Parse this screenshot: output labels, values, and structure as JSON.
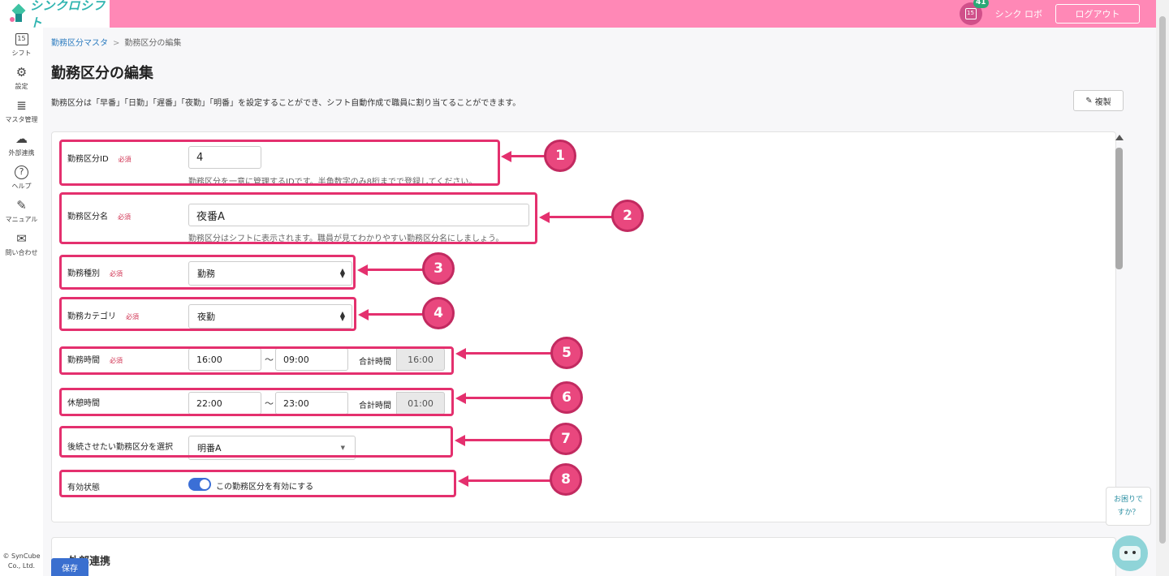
{
  "header": {
    "logo_text": "シンクロシフト",
    "notification_count": "41",
    "calendar_day": "15",
    "user_name": "シンク ロボ",
    "logout_label": "ログアウト"
  },
  "sidenav": {
    "items": [
      {
        "label": "シフト",
        "icon": "calendar-icon",
        "glyph": "15"
      },
      {
        "label": "設定",
        "icon": "gear-icon",
        "glyph": "⚙"
      },
      {
        "label": "マスタ管理",
        "icon": "database-icon",
        "glyph": "≣"
      },
      {
        "label": "外部連携",
        "icon": "cloud-sync-icon",
        "glyph": "☁"
      },
      {
        "label": "ヘルプ",
        "icon": "question-icon",
        "glyph": "?"
      },
      {
        "label": "マニュアル",
        "icon": "edit-manual-icon",
        "glyph": "✎"
      },
      {
        "label": "問い合わせ",
        "icon": "mail-icon",
        "glyph": "✉"
      }
    ],
    "copyright_line1": "© SynCube",
    "copyright_line2": "Co., Ltd."
  },
  "breadcrumb": {
    "parent": "勤務区分マスタ",
    "separator": ">",
    "current": "勤務区分の編集"
  },
  "page": {
    "title": "勤務区分の編集",
    "description": "勤務区分は「早番」「日勤」「遅番」「夜勤」「明番」を設定することができ、シフト自動作成で職員に割り当てることができます。",
    "copy_label": "複製",
    "copy_icon": "pencil-icon"
  },
  "form": {
    "required_label": "必須",
    "id": {
      "label": "勤務区分ID",
      "value": "4",
      "help": "勤務区分を一意に管理するIDです。半角数字のみ8桁までで登録してください。"
    },
    "name": {
      "label": "勤務区分名",
      "value": "夜番A",
      "help": "勤務区分はシフトに表示されます。職員が見てわかりやすい勤務区分名にしましょう。"
    },
    "type": {
      "label": "勤務種別",
      "value": "勤務"
    },
    "category": {
      "label": "勤務カテゴリ",
      "value": "夜勤"
    },
    "work_time": {
      "label": "勤務時間",
      "start": "16:00",
      "tilde": "〜",
      "end": "09:00",
      "total_label": "合計時間",
      "total": "16:00"
    },
    "break_time": {
      "label": "休憩時間",
      "start": "22:00",
      "tilde": "〜",
      "end": "23:00",
      "total_label": "合計時間",
      "total": "01:00"
    },
    "following": {
      "label": "後続させたい勤務区分を選択",
      "value": "明番A"
    },
    "status": {
      "label": "有効状態",
      "toggle_label": "この勤務区分を有効にする",
      "enabled": true
    }
  },
  "section2": {
    "title": "外部連携"
  },
  "annotations": [
    "1",
    "2",
    "3",
    "4",
    "5",
    "6",
    "7",
    "8"
  ],
  "help_bubble": {
    "line1": "お困りで",
    "line2": "すか？"
  },
  "save_label": "保存",
  "colors": {
    "header": "#ff88b6",
    "accent": "#e4306e",
    "primary": "#3a6fcf"
  }
}
